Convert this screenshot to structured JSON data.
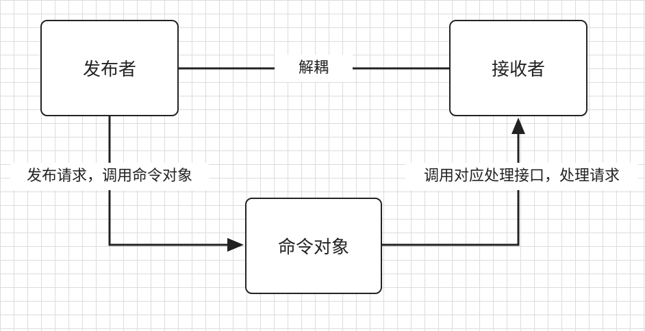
{
  "nodes": {
    "publisher": "发布者",
    "receiver": "接收者",
    "command_object": "命令对象"
  },
  "edges": {
    "decouple": "解耦",
    "publish_request": "发布请求，调用命令对象",
    "invoke_handler": "调用对应处理接口，处理请求"
  },
  "colors": {
    "stroke": "#222222",
    "grid": "#dcdcdc",
    "background": "#ffffff"
  }
}
